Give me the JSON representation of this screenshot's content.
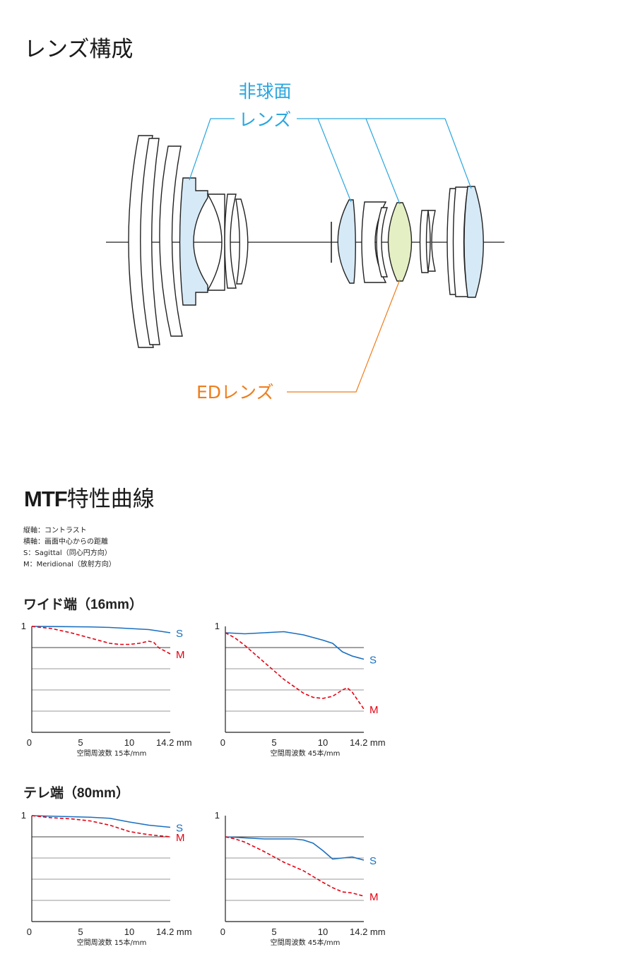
{
  "lens_section": {
    "title": "レンズ構成",
    "label_aspherical_1": "非球面",
    "label_aspherical_2": "レンズ",
    "label_ed": "EDレンズ",
    "colors": {
      "aspherical": "#2aa6df",
      "ed": "#ef7d1c",
      "aspherical_fill": "#d6e9f6",
      "ed_fill": "#e4efc4",
      "outline": "#222222"
    }
  },
  "mtf_section": {
    "title_bold": "MTF",
    "title_rest": "特性曲線",
    "legend": [
      "縦軸：コントラスト",
      "横軸：画面中心からの距離",
      "S：Sagittal（同心円方向）",
      "M：Meridional（放射方向）"
    ],
    "wide_title_prefix": "ワイド端（",
    "wide_title_bold": "16mm",
    "wide_title_suffix": "）",
    "tele_title_prefix": "テレ端（",
    "tele_title_bold": "80mm",
    "tele_title_suffix": "）",
    "colors": {
      "S": "#1a6fc0",
      "M": "#e60012"
    }
  },
  "chart_data": [
    {
      "type": "line",
      "x_ticks": [
        "0",
        "5",
        "10",
        "14.2 mm"
      ],
      "y_tick_label": "1",
      "xlabel": "空間周波数 15本/mm",
      "xlim": [
        0,
        14.2
      ],
      "ylim": [
        0,
        1
      ],
      "gridlines": [
        0.2,
        0.4,
        0.6,
        0.8
      ],
      "series": [
        {
          "name": "S",
          "style": "solid",
          "x": [
            0,
            3,
            6,
            8,
            10,
            12,
            14.2
          ],
          "y": [
            1.0,
            0.998,
            0.995,
            0.99,
            0.98,
            0.97,
            0.94
          ]
        },
        {
          "name": "M",
          "style": "dashed",
          "x": [
            0,
            2,
            4,
            6,
            8,
            9,
            10,
            11,
            12,
            12.5,
            13,
            14.2
          ],
          "y": [
            1.0,
            0.98,
            0.94,
            0.89,
            0.84,
            0.83,
            0.83,
            0.84,
            0.86,
            0.85,
            0.8,
            0.74
          ]
        }
      ]
    },
    {
      "type": "line",
      "x_ticks": [
        "0",
        "5",
        "10",
        "14.2 mm"
      ],
      "y_tick_label": "1",
      "xlabel": "空間周波数 45本/mm",
      "xlim": [
        0,
        14.2
      ],
      "ylim": [
        0,
        1
      ],
      "gridlines": [
        0.2,
        0.4,
        0.6,
        0.8
      ],
      "series": [
        {
          "name": "S",
          "style": "solid",
          "x": [
            0,
            2,
            4,
            6,
            8,
            10,
            11,
            12,
            13,
            14.2
          ],
          "y": [
            0.94,
            0.93,
            0.94,
            0.95,
            0.92,
            0.87,
            0.84,
            0.76,
            0.72,
            0.69
          ]
        },
        {
          "name": "M",
          "style": "dashed",
          "x": [
            0,
            1,
            2,
            4,
            6,
            8,
            9,
            10,
            11,
            12,
            12.5,
            13,
            14.2
          ],
          "y": [
            0.94,
            0.89,
            0.82,
            0.66,
            0.5,
            0.37,
            0.33,
            0.32,
            0.34,
            0.4,
            0.42,
            0.38,
            0.22
          ]
        }
      ]
    },
    {
      "type": "line",
      "x_ticks": [
        "0",
        "5",
        "10",
        "14.2 mm"
      ],
      "y_tick_label": "1",
      "xlabel": "空間周波数 15本/mm",
      "xlim": [
        0,
        14.2
      ],
      "ylim": [
        0,
        1
      ],
      "gridlines": [
        0.2,
        0.4,
        0.6,
        0.8
      ],
      "series": [
        {
          "name": "S",
          "style": "solid",
          "x": [
            0,
            2,
            4,
            6,
            8,
            10,
            12,
            14.2
          ],
          "y": [
            1.0,
            0.995,
            0.99,
            0.985,
            0.975,
            0.94,
            0.91,
            0.89
          ]
        },
        {
          "name": "M",
          "style": "dashed",
          "x": [
            0,
            2,
            4,
            6,
            8,
            10,
            12,
            14.2
          ],
          "y": [
            1.0,
            0.98,
            0.97,
            0.95,
            0.91,
            0.85,
            0.82,
            0.8
          ]
        }
      ]
    },
    {
      "type": "line",
      "x_ticks": [
        "0",
        "5",
        "10",
        "14.2 mm"
      ],
      "y_tick_label": "1",
      "xlabel": "空間周波数 45本/mm",
      "xlim": [
        0,
        14.2
      ],
      "ylim": [
        0,
        1
      ],
      "gridlines": [
        0.2,
        0.4,
        0.6,
        0.8
      ],
      "series": [
        {
          "name": "S",
          "style": "solid",
          "x": [
            0,
            2,
            4,
            6,
            7,
            8,
            9,
            10,
            11,
            12,
            13,
            14.2
          ],
          "y": [
            0.8,
            0.79,
            0.78,
            0.78,
            0.78,
            0.77,
            0.74,
            0.67,
            0.59,
            0.6,
            0.61,
            0.58
          ]
        },
        {
          "name": "M",
          "style": "dashed",
          "x": [
            0,
            1,
            2,
            4,
            6,
            8,
            10,
            11,
            12,
            13,
            14.2
          ],
          "y": [
            0.8,
            0.78,
            0.75,
            0.66,
            0.56,
            0.48,
            0.37,
            0.32,
            0.28,
            0.27,
            0.24
          ]
        }
      ]
    }
  ]
}
